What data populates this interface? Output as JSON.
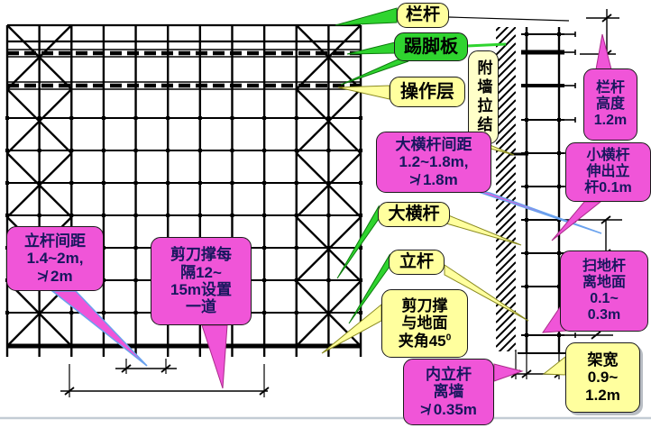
{
  "slide": {
    "background": "#ffffff"
  },
  "colors": {
    "yellow_callout": "#FFFF9E",
    "green_callout": "#2FD42F",
    "pink_callout": "#F055D8",
    "pale_yellow_callout": "#FFFFC9",
    "pink_callout_text": "#17175E",
    "drawing_line": "#000000"
  },
  "callouts": {
    "guardrail": {
      "text": "栏杆"
    },
    "toe_board": {
      "text": "踢脚板"
    },
    "operation_layer": {
      "text": "操作层"
    },
    "wall_tie": {
      "text": "附墙拉结"
    },
    "guardrail_height": {
      "lines": [
        "栏杆",
        "高度",
        "1.2m"
      ]
    },
    "ledger_spacing": {
      "lines": [
        "大横杆间距",
        "1.2~1.8m,",
        "≯ 1.8m"
      ]
    },
    "crossbar_extension": {
      "lines": [
        "小横杆",
        "伸出立",
        "杆0.1m"
      ]
    },
    "ledger": {
      "text": "大横杆"
    },
    "post": {
      "text": "立杆"
    },
    "brace_angle": {
      "lines": [
        "剪刀撑",
        "与地面",
        "夹角45"
      ],
      "sup": "0"
    },
    "sweep_rod": {
      "lines": [
        "扫地杆",
        "离地面",
        "0.1~",
        "0.3m"
      ]
    },
    "inner_post_wall_gap": {
      "lines": [
        "内立杆",
        "离墙",
        "≯ 0.35m"
      ]
    },
    "frame_width": {
      "lines": [
        "架宽",
        "0.9~",
        "1.2m"
      ]
    },
    "post_spacing": {
      "lines": [
        "立杆间距",
        "1.4~2m,",
        "≯ 2m"
      ]
    },
    "brace_interval": {
      "lines": [
        "剪刀撑每",
        "隔12~",
        "15m设置",
        "一道"
      ]
    }
  }
}
